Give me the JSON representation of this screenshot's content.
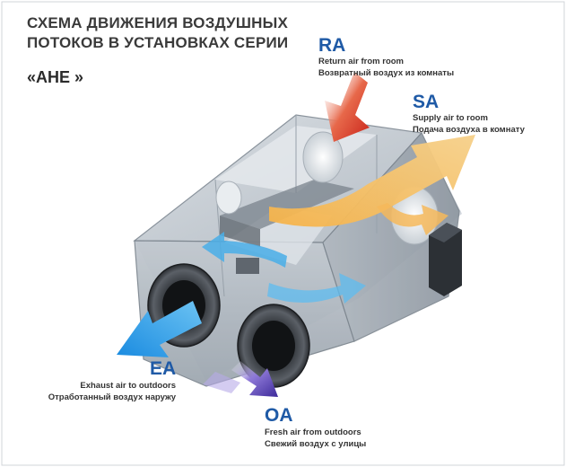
{
  "title": {
    "line1": "СХЕМА ДВИЖЕНИЯ ВОЗДУШНЫХ",
    "line2": "ПОТОКОВ  В УСТАНОВКАХ СЕРИИ",
    "series": "«АНЕ »"
  },
  "flows": {
    "ra": {
      "code": "RA",
      "en": "Return air from room",
      "ru": "Возвратный воздух из комнаты",
      "color": "#d63a1e"
    },
    "sa": {
      "code": "SA",
      "en": "Supply air to room",
      "ru": "Подача воздуха в комнату",
      "color": "#f5a21a"
    },
    "ea": {
      "code": "EA",
      "en": "Exhaust air to outdoors",
      "ru": "Отработанный воздух наружу",
      "color": "#1b8fe0"
    },
    "oa": {
      "code": "OA",
      "en": "Fresh air from outdoors",
      "ru": "Свежий воздух с улицы",
      "color": "#5b3fb5"
    }
  },
  "colors": {
    "label_blue": "#1f5aa6",
    "casing": "#9aa4ae"
  },
  "icons": [
    "heat-exchanger-unit-illustration",
    "fan-icon",
    "duct-outlet-icon",
    "control-box-icon"
  ]
}
